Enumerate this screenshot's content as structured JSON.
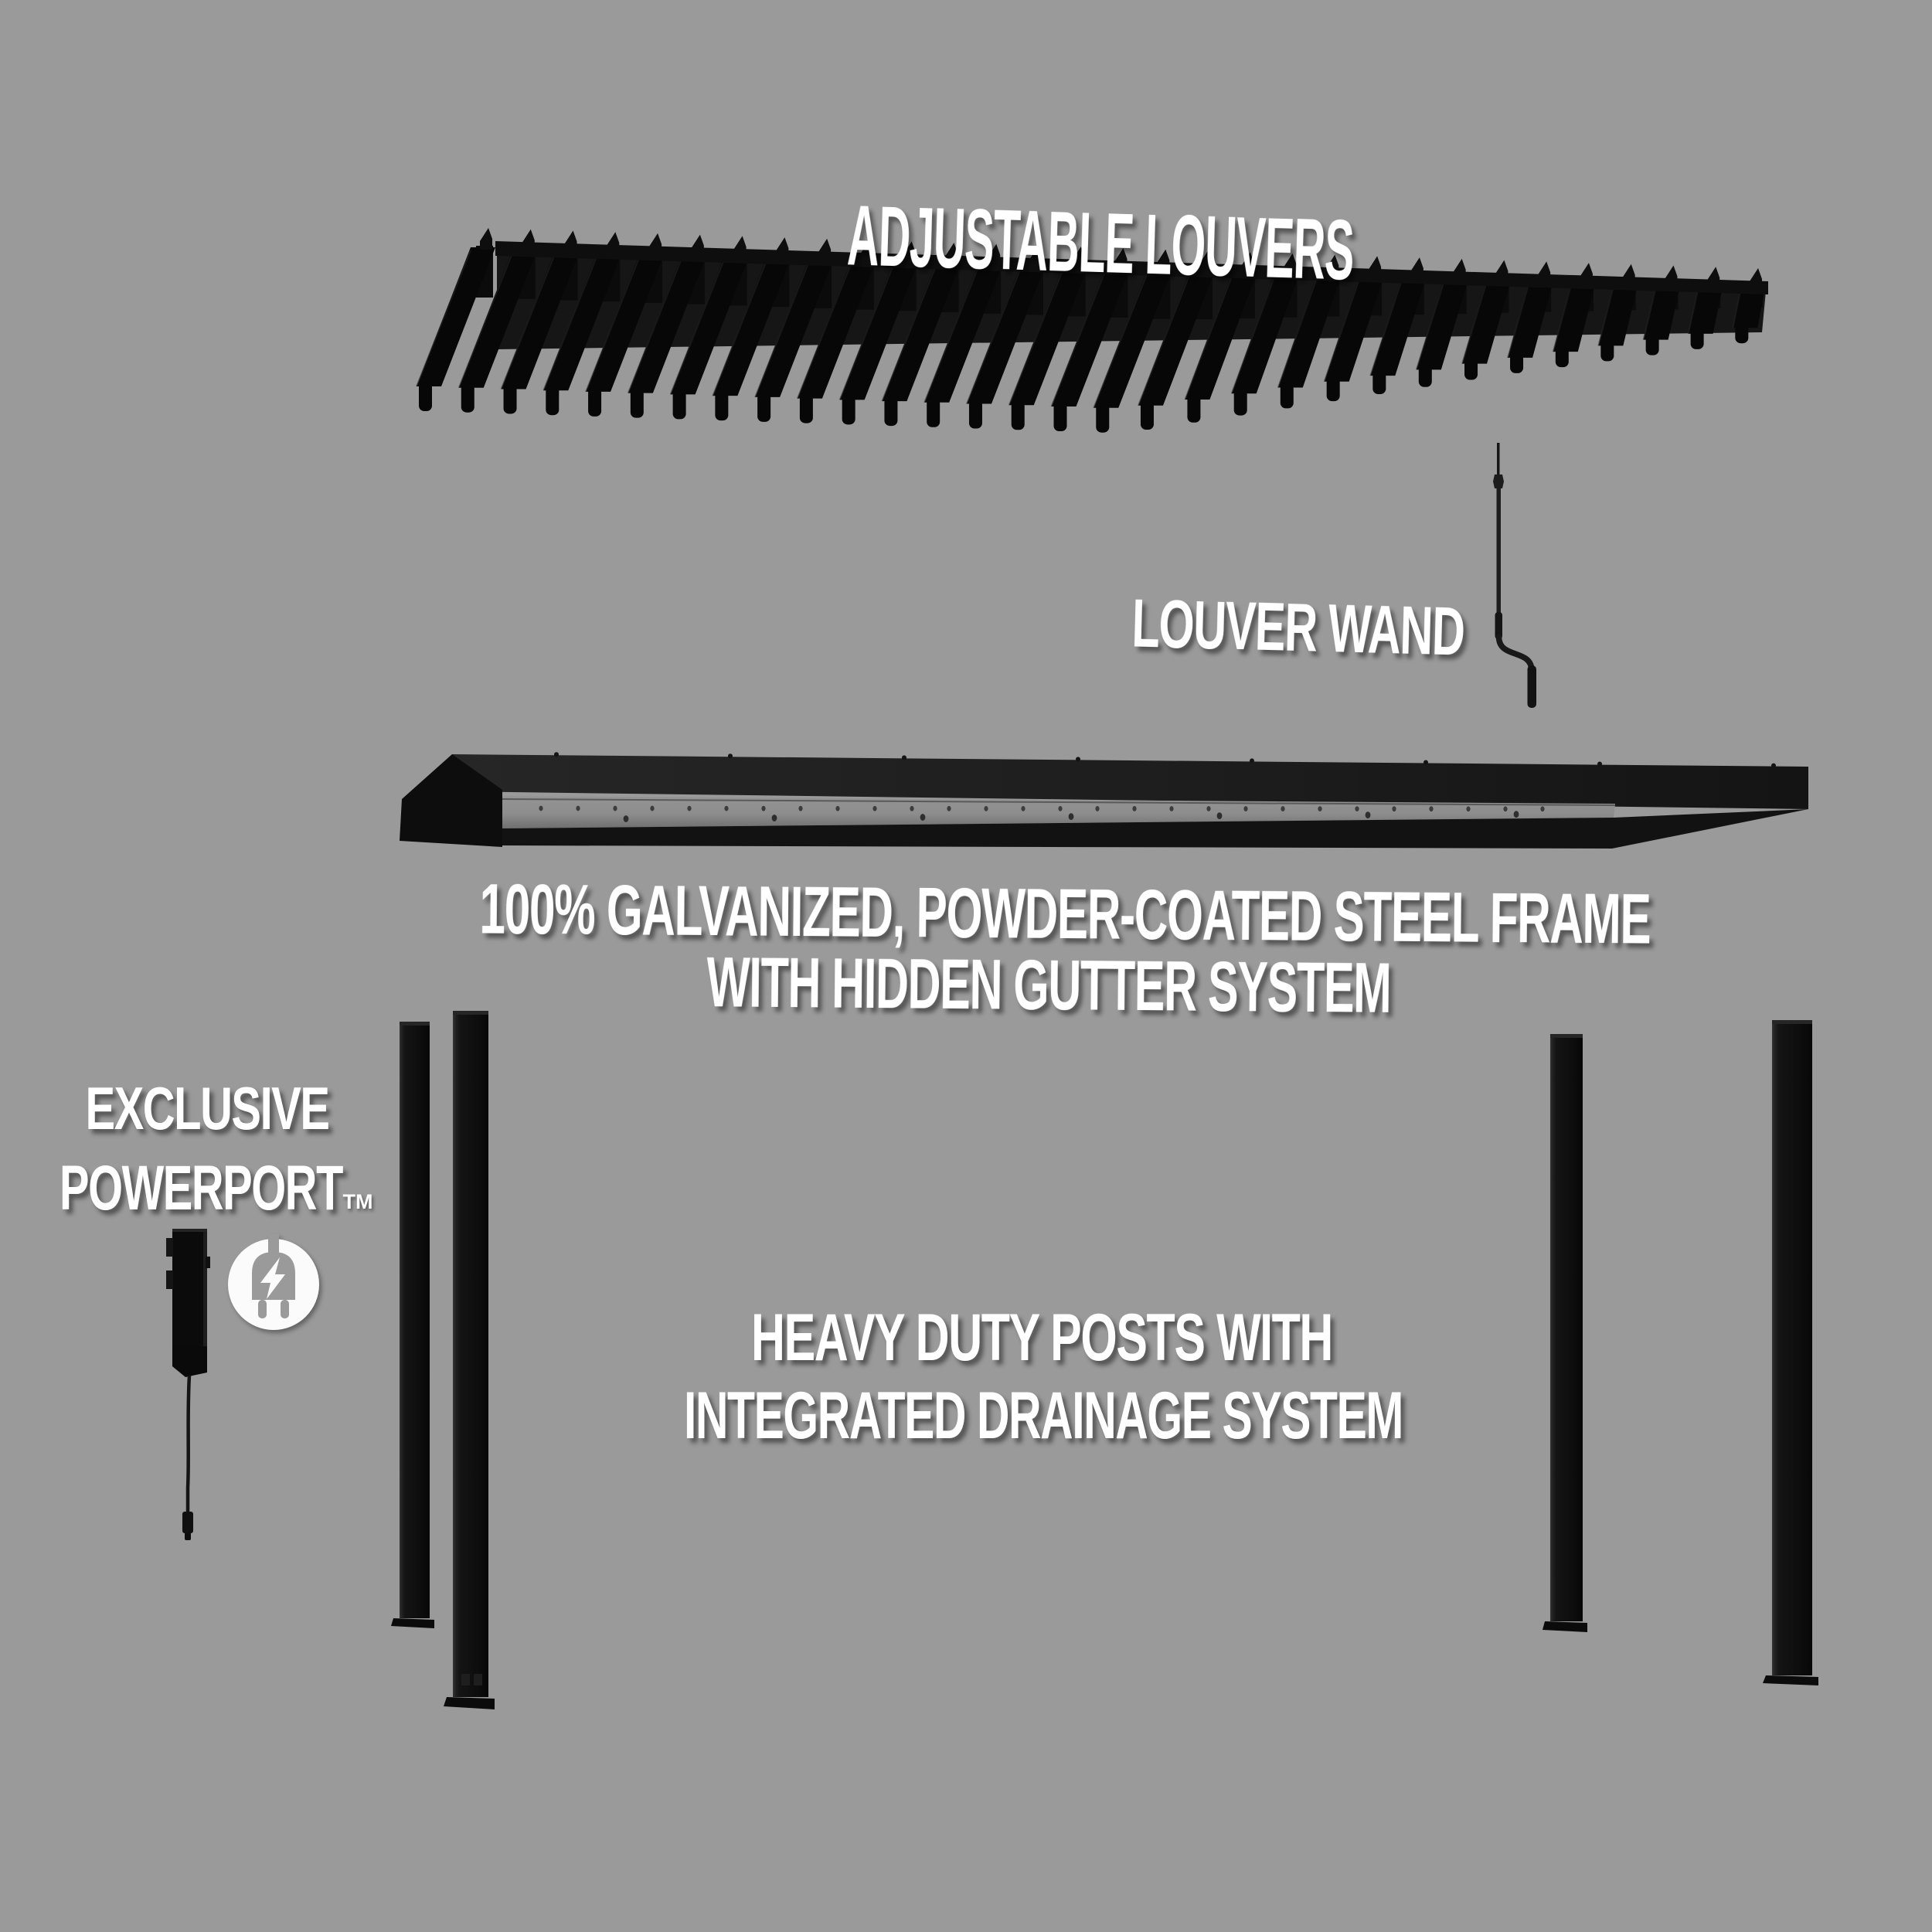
{
  "background_color": "#9a9a9a",
  "callouts": {
    "adjustable_louvers": "ADJUSTABLE LOUVERS",
    "louver_wand": "LOUVER WAND",
    "frame_line1": "100% GALVANIZED, POWDER-COATED STEEL FRAME",
    "frame_line2": "WITH HIDDEN GUTTER SYSTEM",
    "exclusive": "EXCLUSIVE",
    "powerport": "POWERPORT",
    "powerport_tm": "TM",
    "posts_line1": "HEAVY DUTY POSTS WITH",
    "posts_line2": "INTEGRATED DRAINAGE SYSTEM"
  },
  "parts": {
    "louver_panel": {
      "slat_count": 31
    },
    "posts": {
      "count": 4
    },
    "powerport_icon": "plug-lightning-bolt-icon"
  },
  "colors": {
    "background": "#9a9a9a",
    "blade_black": "#070707",
    "bracket_black": "#0b0b0b",
    "band_black": "#161616",
    "rail_black": "#0e0e0e",
    "edge_highlight": "#2a2a2a",
    "gutter_gray": "#8d8d8d",
    "gutter_hole": "#3c3c3c",
    "label_white": "#ffffff",
    "label_shadow": "rgba(0,0,0,0.45)"
  }
}
